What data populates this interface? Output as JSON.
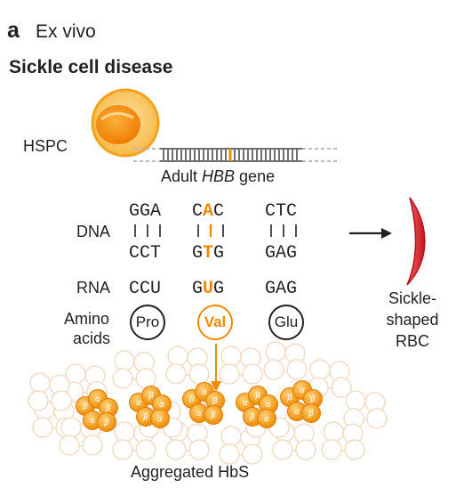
{
  "panel": {
    "letter": "a",
    "label": "Ex vivo"
  },
  "title": "Sickle cell disease",
  "hspc_label": "HSPC",
  "gene": {
    "prefix": "Adult ",
    "name": "HBB",
    "suffix": " gene"
  },
  "row_labels": {
    "dna": "DNA",
    "rna": "RNA",
    "amino_line1": "Amino",
    "amino_line2": "acids"
  },
  "dna_top": [
    {
      "pre": "GGA",
      "hl": "",
      "post": ""
    },
    {
      "pre": "C",
      "hl": "A",
      "post": "C"
    },
    {
      "pre": "CTC",
      "hl": "",
      "post": ""
    }
  ],
  "dna_bottom": [
    {
      "pre": "CCT",
      "hl": "",
      "post": ""
    },
    {
      "pre": "G",
      "hl": "T",
      "post": "G"
    },
    {
      "pre": "GAG",
      "hl": "",
      "post": ""
    }
  ],
  "rna": [
    {
      "pre": "CCU",
      "hl": "",
      "post": ""
    },
    {
      "pre": "G",
      "hl": "U",
      "post": "G"
    },
    {
      "pre": "GAG",
      "hl": "",
      "post": ""
    }
  ],
  "amino_acids": [
    "Pro",
    "Val",
    "Glu"
  ],
  "rbc_label": {
    "line1": "Sickle-",
    "line2": "shaped",
    "line3": "RBC"
  },
  "aggregate_label": "Aggregated HbS",
  "subunit_labels": [
    "β",
    "α"
  ],
  "colors": {
    "mutation": "#f08a00",
    "text": "#231f20",
    "rbc": "#d6202a",
    "cell": "#f7a823"
  }
}
